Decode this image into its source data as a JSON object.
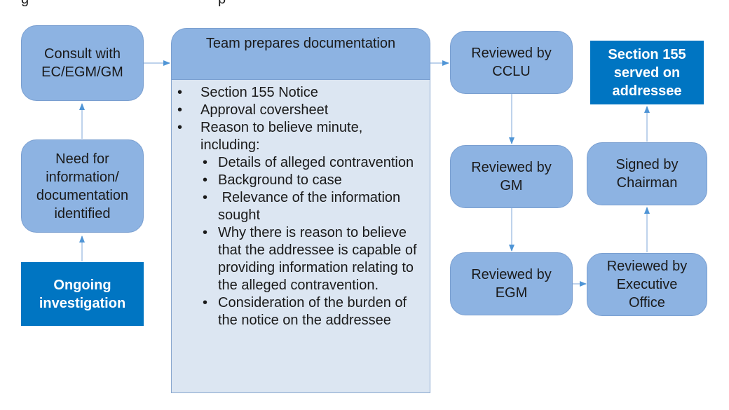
{
  "header_fragment": {
    "left": "g",
    "right": "p"
  },
  "nodes": {
    "consult": [
      "Consult with",
      "EC/EGM/GM"
    ],
    "need": [
      "Need for",
      "information/",
      "documentation",
      "identified"
    ],
    "ongoing": [
      "Ongoing",
      "investigation"
    ],
    "team_title": "Team prepares documentation",
    "reviewed_cclu": [
      "Reviewed by",
      "CCLU"
    ],
    "reviewed_gm": [
      "Reviewed by",
      "GM"
    ],
    "reviewed_egm": [
      "Reviewed by",
      "EGM"
    ],
    "reviewed_exec": [
      "Reviewed by",
      "Executive",
      "Office"
    ],
    "signed": [
      "Signed by",
      "Chairman"
    ],
    "served": [
      "Section 155",
      "served on",
      "addressee"
    ]
  },
  "documentation": {
    "items": [
      "Section 155 Notice",
      "Approval coversheet",
      "Reason to believe minute, including:"
    ],
    "sub_items": [
      "Details of alleged contravention",
      "Background to case",
      " Relevance of the information sought",
      "Why there is reason to believe that the addressee is capable of providing information relating to the alleged contravention.",
      "Consideration of the burden of the notice on the addressee"
    ]
  },
  "colors": {
    "node_fill": "#8db3e2",
    "doc_body_fill": "#dce6f2",
    "dark_fill": "#0075c2",
    "arrow": "#4f95d6"
  }
}
